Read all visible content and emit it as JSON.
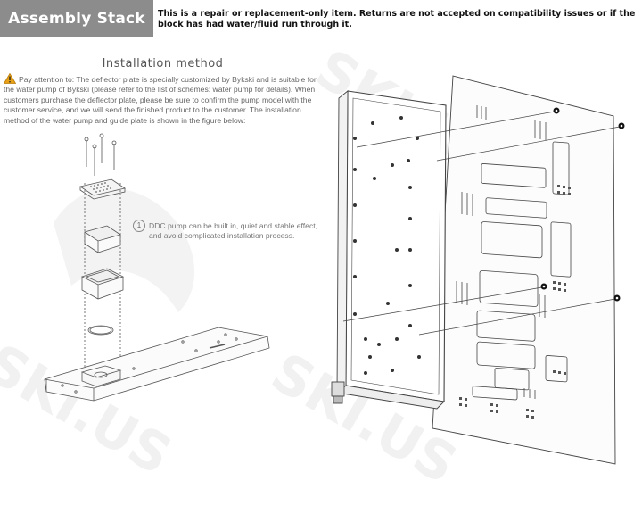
{
  "header": {
    "title": "Assembly Stack"
  },
  "notice": "This is a repair or replacement-only item. Returns are not accepted on compatibility issues or if the block has had water/fluid run through it.",
  "installation": {
    "title": "Installation method",
    "attention_label": "Pay attention to:",
    "attention_text": " The deflector plate is specially customized by Bykski and is suitable for the water pump of Bykski (please refer to the list of schemes: water pump for details). When customers purchase the deflector plate, please be sure to confirm the pump model with the customer service, and we will send the finished product to the customer. The installation method of the water pump and guide plate is shown in the figure below:",
    "callout_number": "1",
    "callout_text": "DDC pump can be built in, quiet and stable effect, and avoid complicated installation process."
  },
  "icons": {
    "warning": "warning-triangle-icon",
    "watermark": "brand-watermark"
  },
  "colors": {
    "header_bg": "#8c8c8c",
    "warning": "#e8a117",
    "line": "#444444"
  }
}
